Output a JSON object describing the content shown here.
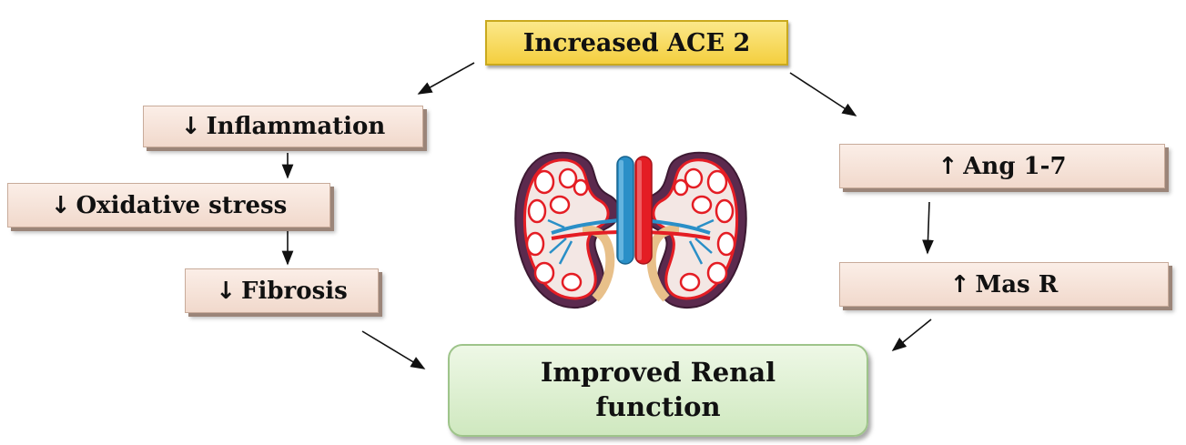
{
  "top_node": {
    "label": "Increased ACE 2"
  },
  "left_branch": [
    {
      "arrow": "↓",
      "label": "Inflammation"
    },
    {
      "arrow": "↓",
      "label": "Oxidative stress"
    },
    {
      "arrow": "↓",
      "label": "Fibrosis"
    }
  ],
  "right_branch": [
    {
      "arrow": "↑",
      "label": "Ang 1-7"
    },
    {
      "arrow": "↑",
      "label": "Mas R"
    }
  ],
  "result_node": {
    "line1": "Improved Renal",
    "line2": "function"
  },
  "colors": {
    "top_fill": "#f4cf3f",
    "box_fill": "#f1d9cc",
    "result_fill": "#cfe8bf",
    "artery": "#e41d24",
    "vein": "#2a8fc7"
  },
  "icons": {
    "center": "kidney-icon"
  }
}
